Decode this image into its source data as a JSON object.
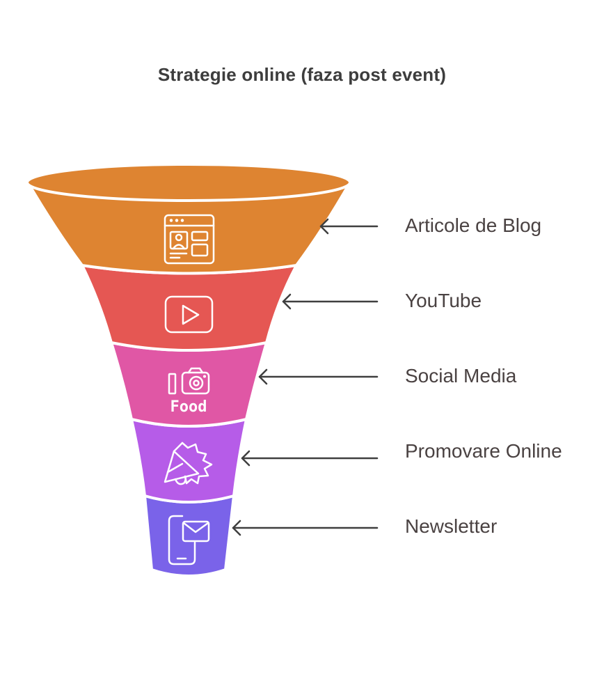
{
  "title": "Strategie online (faza post event)",
  "stages": [
    {
      "label": "Articole de Blog",
      "icon": "blog-layout-icon",
      "color": "#DE8431"
    },
    {
      "label": "YouTube",
      "icon": "play-button-icon",
      "color": "#E55753"
    },
    {
      "label": "Social Media",
      "icon": "camera-icon",
      "icon_text": "Food",
      "color": "#E057A5"
    },
    {
      "label": "Promovare Online",
      "icon": "megaphone-icon",
      "color": "#B65CE8"
    },
    {
      "label": "Newsletter",
      "icon": "mobile-mail-icon",
      "color": "#7A63E9"
    }
  ]
}
